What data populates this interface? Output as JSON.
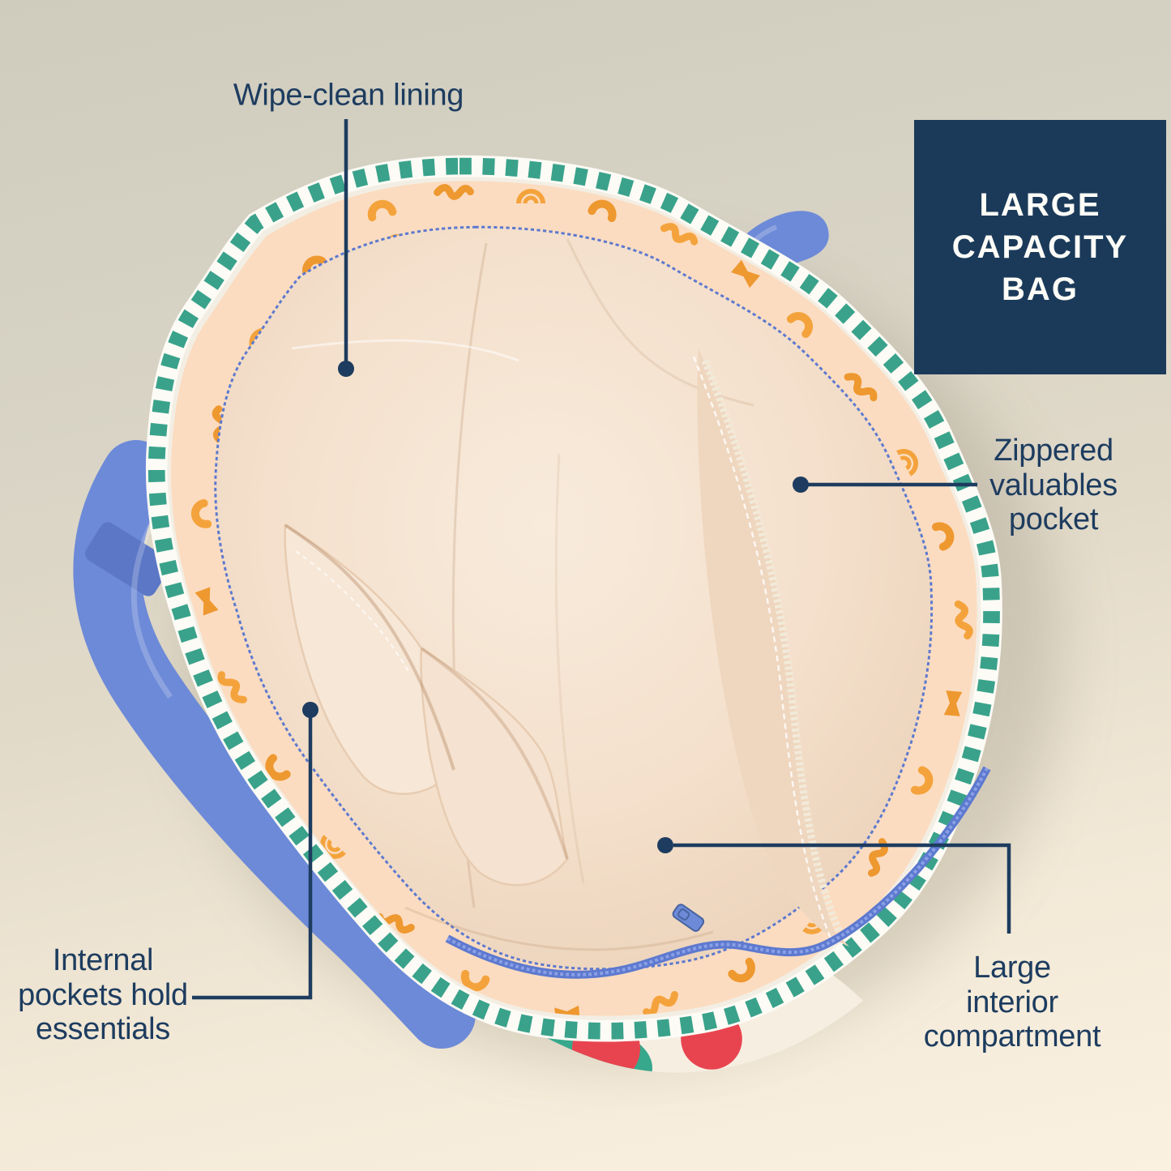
{
  "scene": {
    "description": "Top-down photo of an open tote bag interior with feature callouts",
    "background_top": "#d3cfc2",
    "background_bottom": "#f9efde"
  },
  "badge": {
    "lines": [
      "LARGE",
      "CAPACITY",
      "BAG"
    ]
  },
  "callouts": {
    "wipe_clean": {
      "text": "Wipe-clean lining"
    },
    "zippered": {
      "lines": [
        "Zippered",
        "valuables",
        "pocket"
      ]
    },
    "internal_pockets": {
      "lines": [
        "Internal",
        "pockets hold",
        "essentials"
      ]
    },
    "interior": {
      "lines": [
        "Large",
        "interior",
        "compartment"
      ]
    }
  },
  "colors": {
    "navy": "#1d3c5f",
    "badge-navy": "#1b3a5a",
    "strap-blue": "#6d8ad8",
    "strap-blue-dark": "#5b77c6",
    "zipper-blue": "#5d79cf",
    "trim-teal": "#3aa28b",
    "pasta-orange": "#f4a33c",
    "pasta-orange-dark": "#ee9830",
    "band-peach": "#fbdcc0",
    "lining-cream": "#f2dcc7",
    "binding-white": "#f3eee4",
    "tomato-red": "#e8444f",
    "tomato-leaf": "#2f9e85",
    "bottom-patch-teal": "#37a88c"
  }
}
